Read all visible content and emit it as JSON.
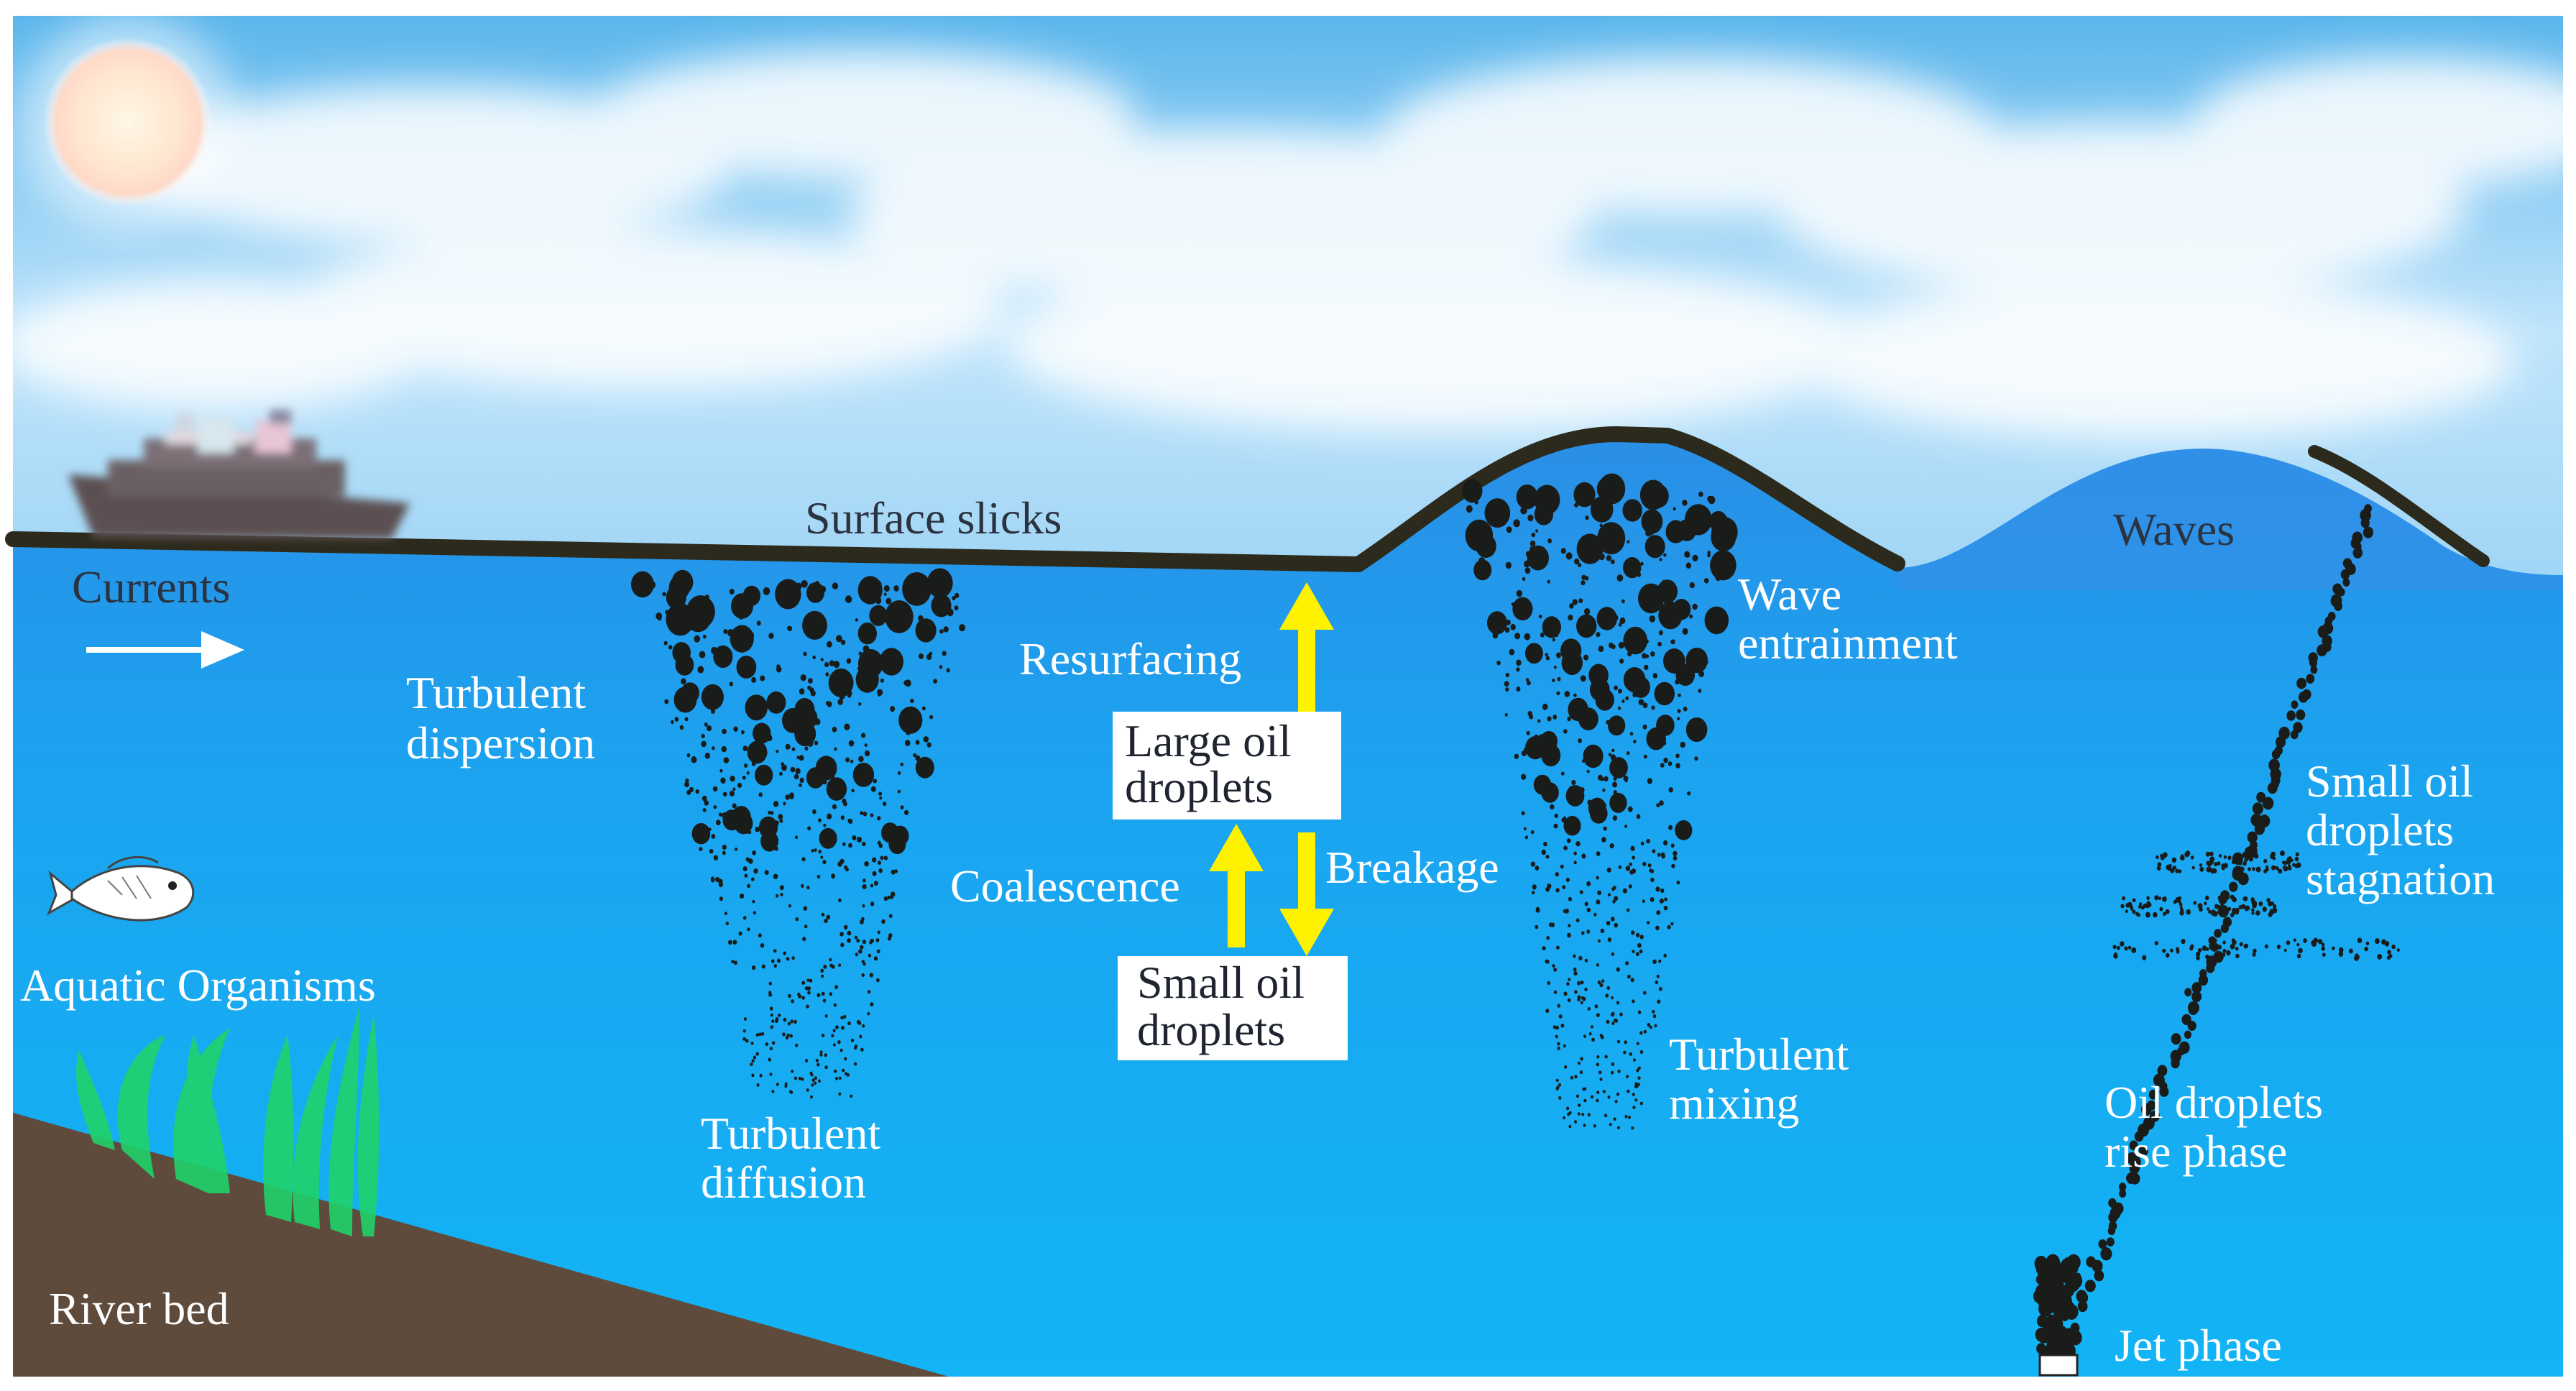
{
  "labels": {
    "surface_slicks": "Surface slicks",
    "currents": "Currents",
    "waves": "Waves",
    "turbulent_dispersion": [
      "Turbulent",
      "dispersion"
    ],
    "turbulent_diffusion": [
      "Turbulent",
      "diffusion"
    ],
    "resurfacing": "Resurfacing",
    "large_oil_droplets": [
      "Large oil",
      "droplets"
    ],
    "coalescence": "Coalescence",
    "breakage": "Breakage",
    "small_oil_droplets": [
      "Small oil",
      "droplets"
    ],
    "wave_entrainment": [
      "Wave",
      "entrainment"
    ],
    "turbulent_mixing": [
      "Turbulent",
      "mixing"
    ],
    "small_oil_droplets_stagnation": [
      "Small oil",
      "droplets",
      "stagnation"
    ],
    "oil_droplets_rise_phase": [
      "Oil droplets",
      "rise phase"
    ],
    "jet_phase": "Jet phase",
    "aquatic_organisms": "Aquatic Organisms",
    "river_bed": "River bed"
  },
  "colors": {
    "water_top": "#2a8fe6",
    "water_bottom": "#14b4f4",
    "sky_top": "#5ab8ee",
    "sky_bottom": "#cfeeff",
    "slick": "#2c2a1c",
    "oil": "#1a1c1a",
    "arrow_yellow": "#fff200",
    "riverbed": "#5e4b3c",
    "seaweed": "#1fd36a"
  },
  "icons": [
    "sun-icon",
    "ship-icon",
    "fish-icon",
    "seaweed-icon",
    "current-arrow-icon"
  ]
}
